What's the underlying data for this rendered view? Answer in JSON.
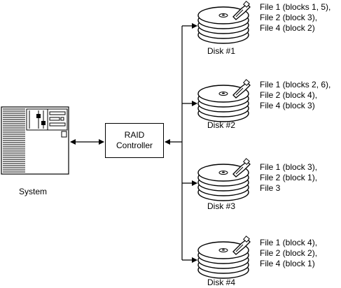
{
  "system": {
    "label": "System"
  },
  "controller": {
    "line1": "RAID",
    "line2": "Controller"
  },
  "disks": [
    {
      "label": "Disk #1",
      "files": [
        "File 1 (blocks 1, 5),",
        "File 2 (block 3),",
        "File 4 (block 2)"
      ]
    },
    {
      "label": "Disk #2",
      "files": [
        "File 1 (blocks 2, 6),",
        "File 2 (block 4),",
        "File 4 (block 3)"
      ]
    },
    {
      "label": "Disk #3",
      "files": [
        "File 1 (block 3),",
        "File 2 (block 1),",
        "File 3"
      ]
    },
    {
      "label": "Disk #4",
      "files": [
        "File 1 (block 4),",
        "File 2 (block 2),",
        "File 4 (block 1)"
      ]
    }
  ],
  "icons": {
    "system": "computer-system-icon",
    "disk": "hard-disk-platter-icon"
  }
}
